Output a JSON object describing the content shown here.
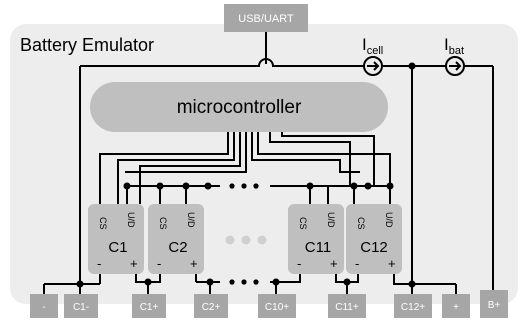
{
  "title": "Battery Emulator",
  "usb_label": "USB/UART",
  "microcontroller_label": "microcontroller",
  "current_cell": {
    "symbol": "I",
    "subscript": "cell"
  },
  "current_bat": {
    "symbol": "I",
    "subscript": "bat"
  },
  "cells": [
    {
      "name": "C1",
      "cs": "CS",
      "ud": "U/D",
      "minus": "-",
      "plus": "+"
    },
    {
      "name": "C2",
      "cs": "CS",
      "ud": "U/D",
      "minus": "-",
      "plus": "+"
    },
    {
      "name": "C11",
      "cs": "CS",
      "ud": "U/D",
      "minus": "-",
      "plus": "+"
    },
    {
      "name": "C12",
      "cs": "CS",
      "ud": "U/D",
      "minus": "-",
      "plus": "+"
    }
  ],
  "terminals": [
    "-",
    "C1-",
    "C1+",
    "C2+",
    "C10+",
    "C11+",
    "C12+",
    "+",
    "B+"
  ],
  "colors": {
    "panel": "#ededed",
    "terminal": "#a6a6a6",
    "block": "#bfbfbf"
  }
}
